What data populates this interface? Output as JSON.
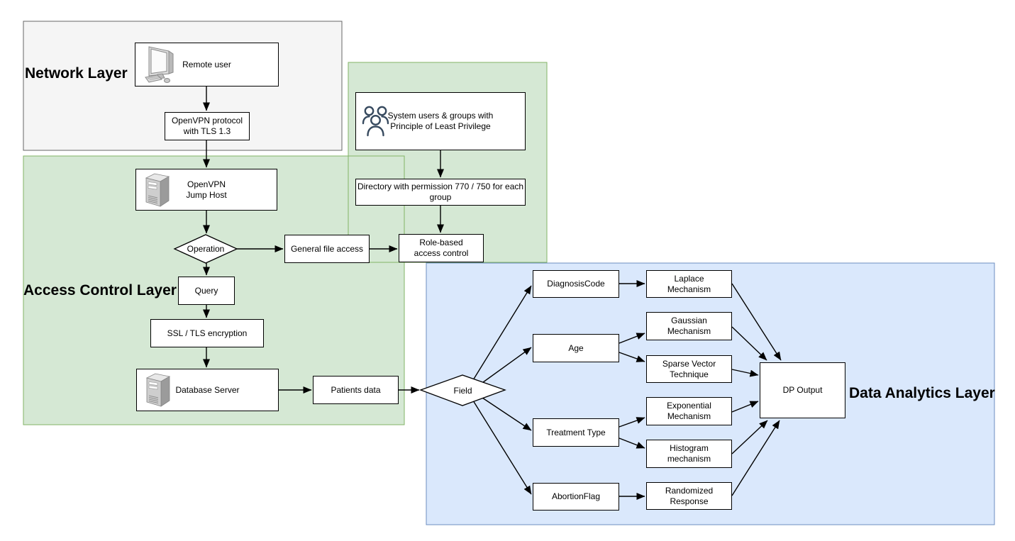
{
  "layers": {
    "network": "Network Layer",
    "access_control": "Access Control Layer",
    "data_analytics": "Data Analytics Layer"
  },
  "nodes": {
    "remote_user": "Remote user",
    "openvpn_protocol": {
      "l1": "OpenVPN protocol",
      "l2": "with TLS 1.3"
    },
    "jump_host": {
      "l1": "OpenVPN",
      "l2": "Jump Host"
    },
    "operation": "Operation",
    "general_file_access": "General file access",
    "role_based": {
      "l1": "Role-based",
      "l2": "access control"
    },
    "query": "Query",
    "ssl_tls": "SSL / TLS encryption",
    "database_server": "Database Server",
    "patients_data": "Patients data",
    "field": "Field",
    "system_users": {
      "l1": "System users & groups with",
      "l2": "Principle of Least Privilege"
    },
    "directory": {
      "l1": "Directory with permission 770 / 750 for each",
      "l2": "group"
    },
    "diagnosis_code": "DiagnosisCode",
    "age": "Age",
    "treatment_type": "Treatment Type",
    "abortion_flag": "AbortionFlag",
    "laplace": {
      "l1": "Laplace",
      "l2": "Mechanism"
    },
    "gaussian": {
      "l1": "Gaussian",
      "l2": "Mechanism"
    },
    "sparse_vector": {
      "l1": "Sparse Vector",
      "l2": "Technique"
    },
    "exponential": {
      "l1": "Exponential",
      "l2": "Mechanism"
    },
    "histogram": {
      "l1": "Histogram",
      "l2": "mechanism"
    },
    "randomized": {
      "l1": "Randomized",
      "l2": "Response"
    },
    "dp_output": "DP Output"
  },
  "icons": {
    "remote_user": "desktop-computer-icon",
    "jump_host": "server-icon",
    "database_server": "server-icon",
    "system_users": "user-group-icon"
  },
  "colors": {
    "network_fill": "#f5f5f5",
    "network_stroke": "#666666",
    "access_fill": "#d5e8d4",
    "access_stroke": "#82b366",
    "analytics_fill": "#dae8fc",
    "analytics_stroke": "#6c8ebf",
    "node_stroke": "#000000",
    "users_icon_color": "#36495e"
  }
}
